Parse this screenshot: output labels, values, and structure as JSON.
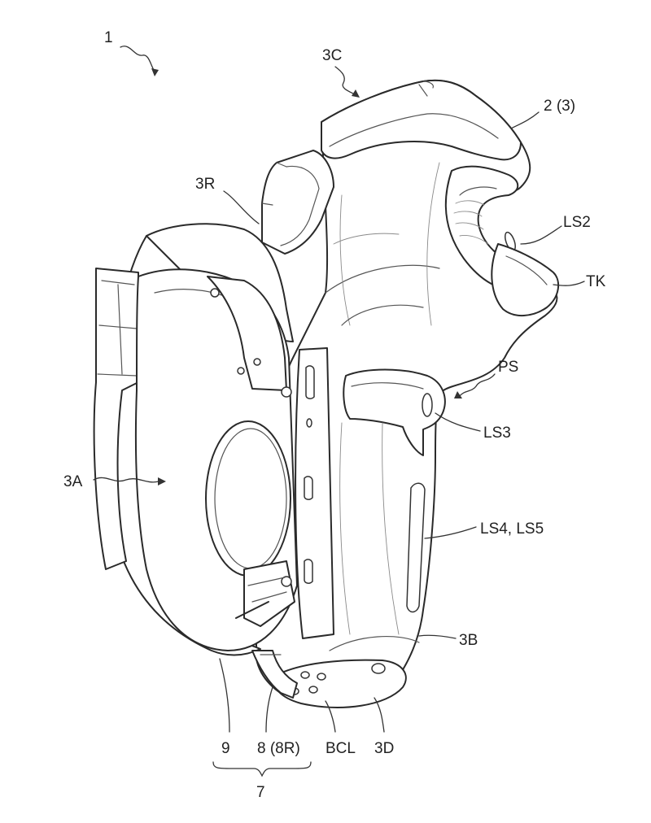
{
  "labels": {
    "device": "1",
    "top": "3C",
    "upper_body": "2 (3)",
    "right_side": "3R",
    "sensor2": "LS2",
    "trigger": "TK",
    "push_switch": "PS",
    "sensor3": "LS3",
    "front": "3A",
    "sensor45": "LS4, LS5",
    "back": "3B",
    "strap": "9",
    "band": "8 (8R)",
    "buckle": "BCL",
    "bottom": "3D",
    "assembly": "7"
  }
}
